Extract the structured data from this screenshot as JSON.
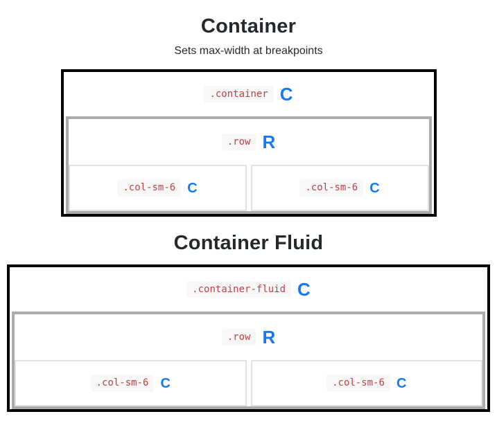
{
  "colors": {
    "accent_blue": "#1778f2",
    "code_red": "#bd4147",
    "code_chip_bg": "#f7f7f7",
    "container_border": "#000000",
    "row_border": "#ababab",
    "column_border": "#e1e1e1",
    "title_text": "#25292e"
  },
  "sections": [
    {
      "title": "Container",
      "subtitle": "Sets max-width at breakpoints",
      "container_label": ".container",
      "container_letter": "C",
      "row_label": ".row",
      "row_letter": "R",
      "columns": [
        {
          "label": ".col-sm-6",
          "letter": "C"
        },
        {
          "label": ".col-sm-6",
          "letter": "C"
        }
      ]
    },
    {
      "title": "Container Fluid",
      "container_label": ".container-fluid",
      "container_letter": "C",
      "row_label": ".row",
      "row_letter": "R",
      "columns": [
        {
          "label": ".col-sm-6",
          "letter": "C"
        },
        {
          "label": ".col-sm-6",
          "letter": "C"
        }
      ]
    }
  ]
}
